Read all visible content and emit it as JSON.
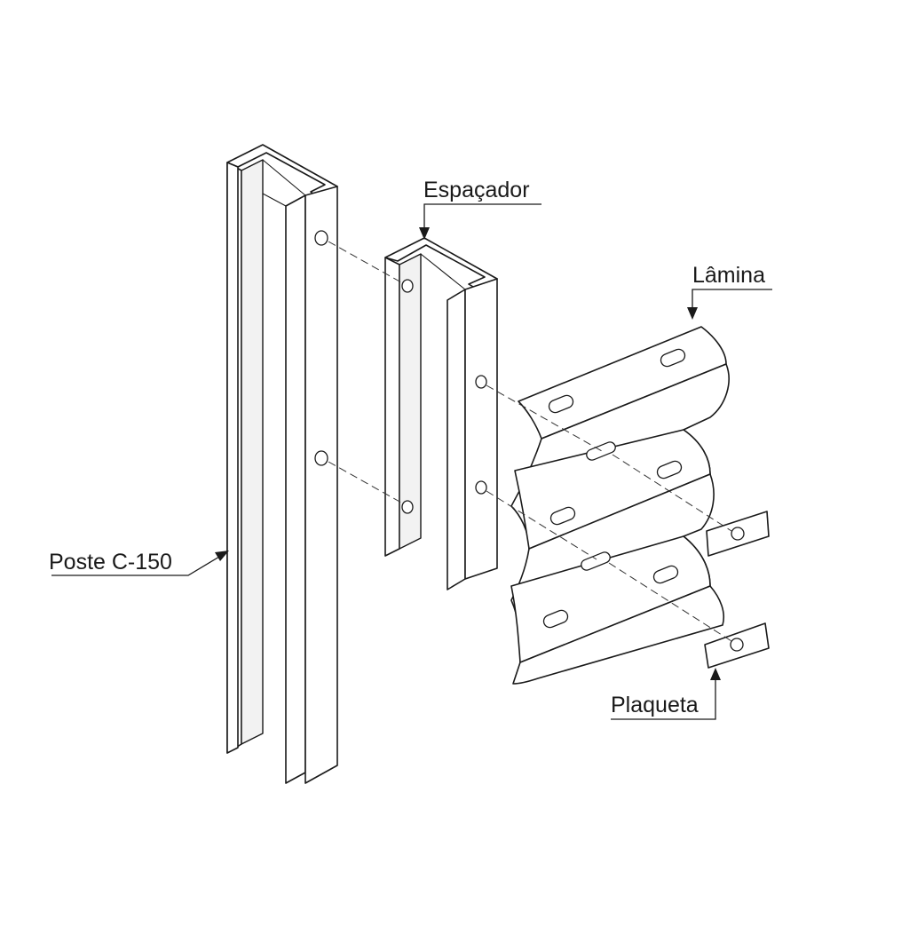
{
  "labels": {
    "poste": "Poste C-150",
    "espacador": "Espaçador",
    "lamina": "Lâmina",
    "plaqueta": "Plaqueta"
  },
  "colors": {
    "line": "#1a1a1a",
    "background": "#ffffff"
  }
}
